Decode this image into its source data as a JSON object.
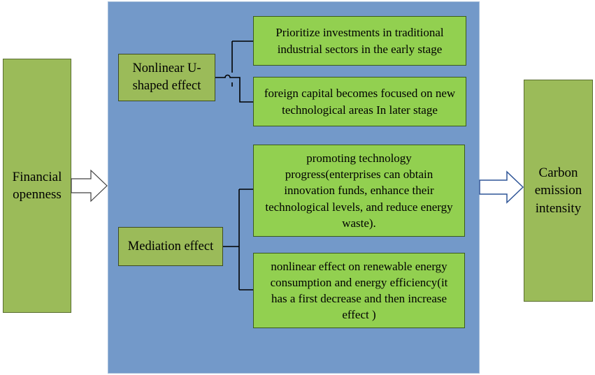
{
  "diagram": {
    "input": {
      "label": "Financial openness"
    },
    "output": {
      "label": "Carbon emission intensity"
    },
    "groups": [
      {
        "label": "Nonlinear U-shaped effect",
        "items": [
          "Prioritize investments in traditional industrial sectors in the early stage",
          "foreign capital becomes focused on new technological areas In later stage"
        ]
      },
      {
        "label": "Mediation effect",
        "items": [
          "promoting technology progress(enterprises can obtain innovation funds, enhance their technological levels, and reduce energy waste).",
          "nonlinear effect on renewable energy consumption and energy efficiency(it has a first  decrease and then increase effect )"
        ]
      }
    ],
    "colors": {
      "panel": "#7399c9",
      "side_box": "#9bbb59",
      "leaf_box": "#92d050",
      "input_arrow": "#ffffff",
      "output_arrow": "#ffffff",
      "output_arrow_stroke": "#2f5597"
    }
  }
}
